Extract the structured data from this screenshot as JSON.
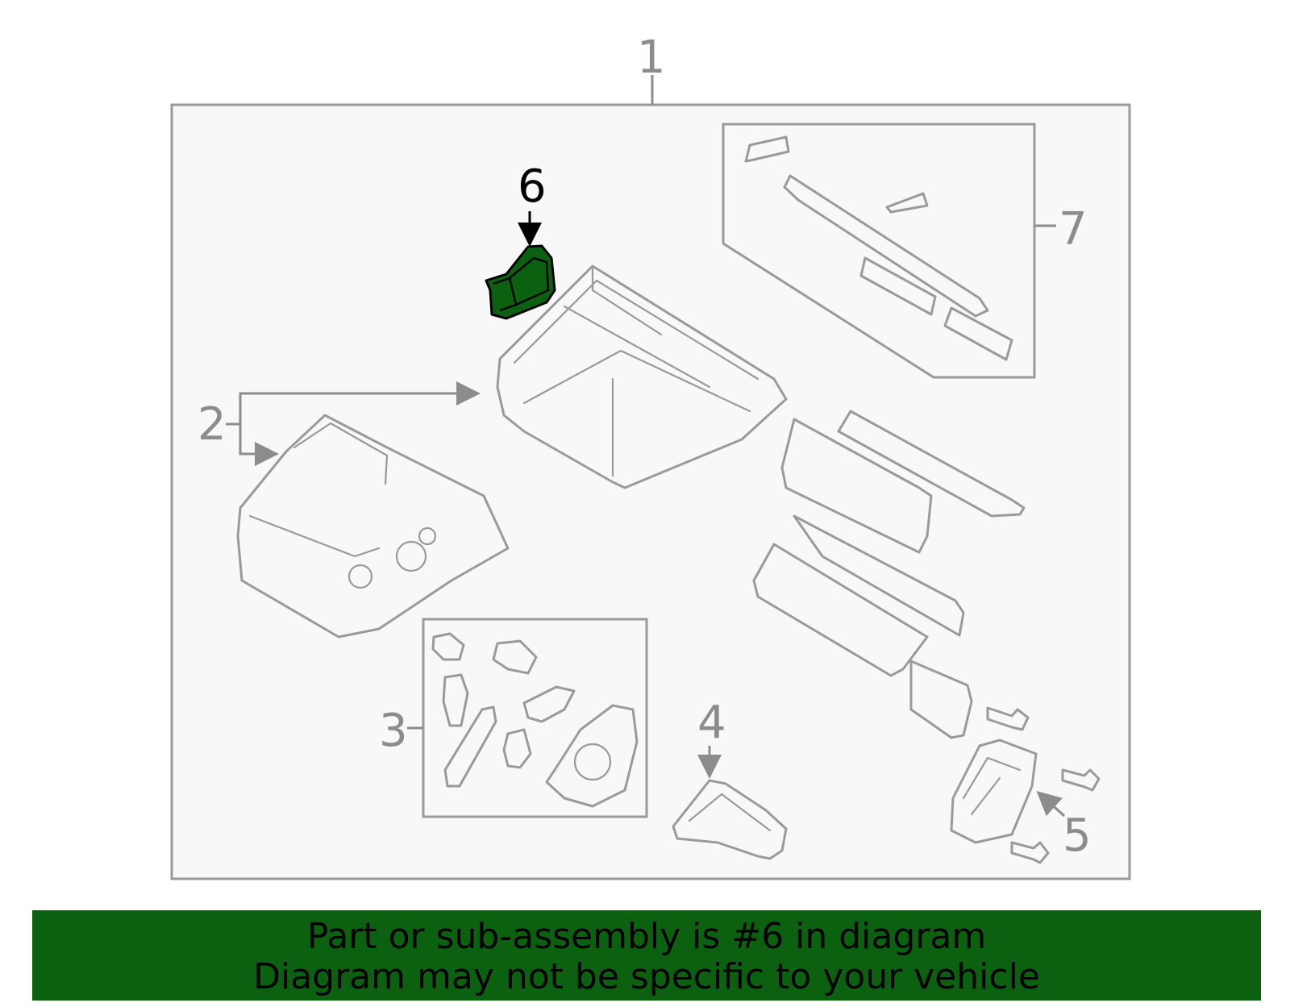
{
  "callouts": {
    "c1": "1",
    "c2": "2",
    "c3": "3",
    "c4": "4",
    "c5": "5",
    "c6": "6",
    "c7": "7"
  },
  "highlight_color": "#0b6110",
  "banner": {
    "line1": "Part or sub-assembly is #6 in diagram",
    "line2": "Diagram may not be specific to your vehicle"
  }
}
